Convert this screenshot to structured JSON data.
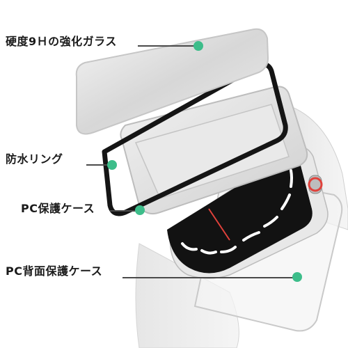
{
  "callouts": [
    {
      "label": "硬度9Ｈの強化ガラス"
    },
    {
      "label": "防水リング"
    },
    {
      "label": "PC保護ケース"
    },
    {
      "label": "PC背面保護ケース"
    }
  ],
  "colors": {
    "accent_dot": "#3dbd8a",
    "leader_line": "#4a4a4a",
    "label_text": "#1a1a1a",
    "watch_face": "#121212",
    "crown_ring": "#e0413b"
  },
  "icons": [
    "smartwatch-illustration",
    "callout-dot"
  ]
}
